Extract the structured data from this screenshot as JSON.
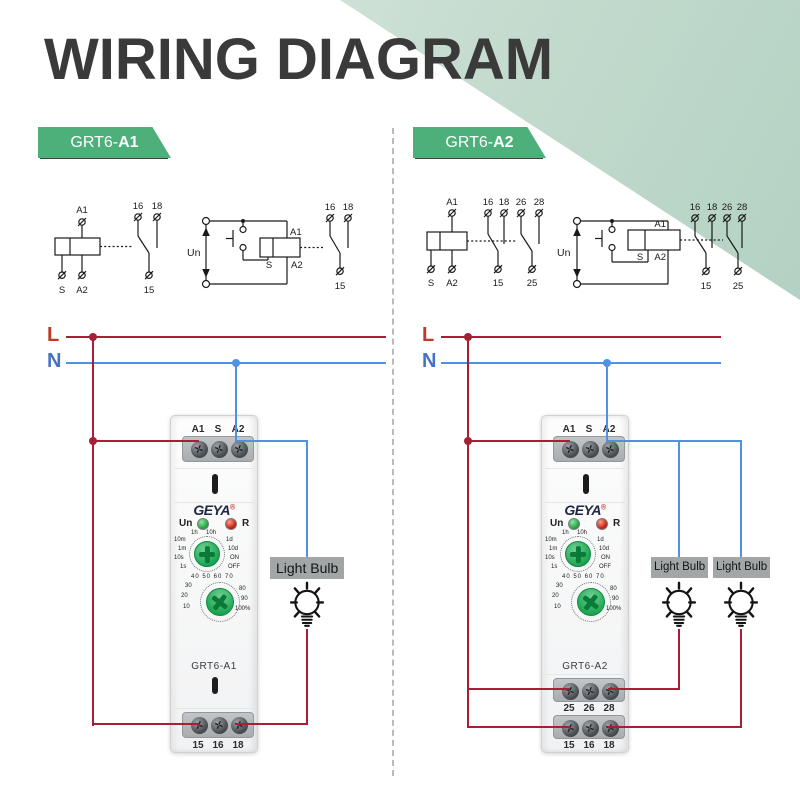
{
  "title": "WIRING DIAGRAM",
  "badges": {
    "left": {
      "prefix": "GRT6-",
      "model": "A1"
    },
    "right": {
      "prefix": "GRT6-",
      "model": "A2"
    }
  },
  "power": {
    "l": "L",
    "n": "N"
  },
  "bulbs": {
    "left": [
      "Light Bulb"
    ],
    "right": [
      "Light Bulb",
      "Light Bulb"
    ]
  },
  "schematics": {
    "left_simple": {
      "a1": "A1",
      "s": "S",
      "a2": "A2",
      "c16": "16",
      "c18": "18",
      "c15": "15"
    },
    "left_applied": {
      "un": "Un",
      "a1": "A1",
      "s": "S",
      "a2": "A2",
      "c16": "16",
      "c18": "18",
      "c15": "15"
    },
    "right_simple": {
      "a1": "A1",
      "s": "S",
      "a2": "A2",
      "c16": "16",
      "c18": "18",
      "c26": "26",
      "c28": "28",
      "c15": "15",
      "c25": "25"
    },
    "right_applied": {
      "un": "Un",
      "a1": "A1",
      "s": "S",
      "a2": "A2",
      "c16": "16",
      "c18": "18",
      "c26": "26",
      "c28": "28",
      "c15": "15",
      "c25": "25"
    }
  },
  "device_face": {
    "brand": "GEYA",
    "reg": "®",
    "un": "Un",
    "r": "R",
    "dial1": {
      "t1": "1h",
      "t2": "10h",
      "l": [
        "10m",
        "1m",
        "10s",
        "1s"
      ],
      "r": [
        "1d",
        "10d",
        "ON",
        "OFF"
      ]
    },
    "dial2": {
      "top": "40 50 60 70",
      "l": [
        "30",
        "20",
        "10"
      ],
      "r": [
        "80",
        "90",
        "100%"
      ]
    }
  },
  "devices": {
    "left": {
      "model": "GRT6-A1",
      "top": [
        "A1",
        "S",
        "A2"
      ],
      "rows": [
        [
          "15",
          "16",
          "18"
        ]
      ]
    },
    "right": {
      "model": "GRT6-A2",
      "top": [
        "A1",
        "S",
        "A2"
      ],
      "rows": [
        [
          "25",
          "26",
          "28"
        ],
        [
          "15",
          "16",
          "18"
        ]
      ]
    }
  },
  "colors": {
    "accent_green": "#4db07a",
    "wedge_light": "#dbe9e1",
    "wedge_dark": "#b3d2c3",
    "wire_red": "#a81f35",
    "wire_blue": "#4f92e3",
    "label_l": "#c0392b",
    "label_n": "#4472c4",
    "bulb_label_bg": "#a2a6a6",
    "title": "#3a3a3a",
    "knob_green": "#17a24e"
  }
}
